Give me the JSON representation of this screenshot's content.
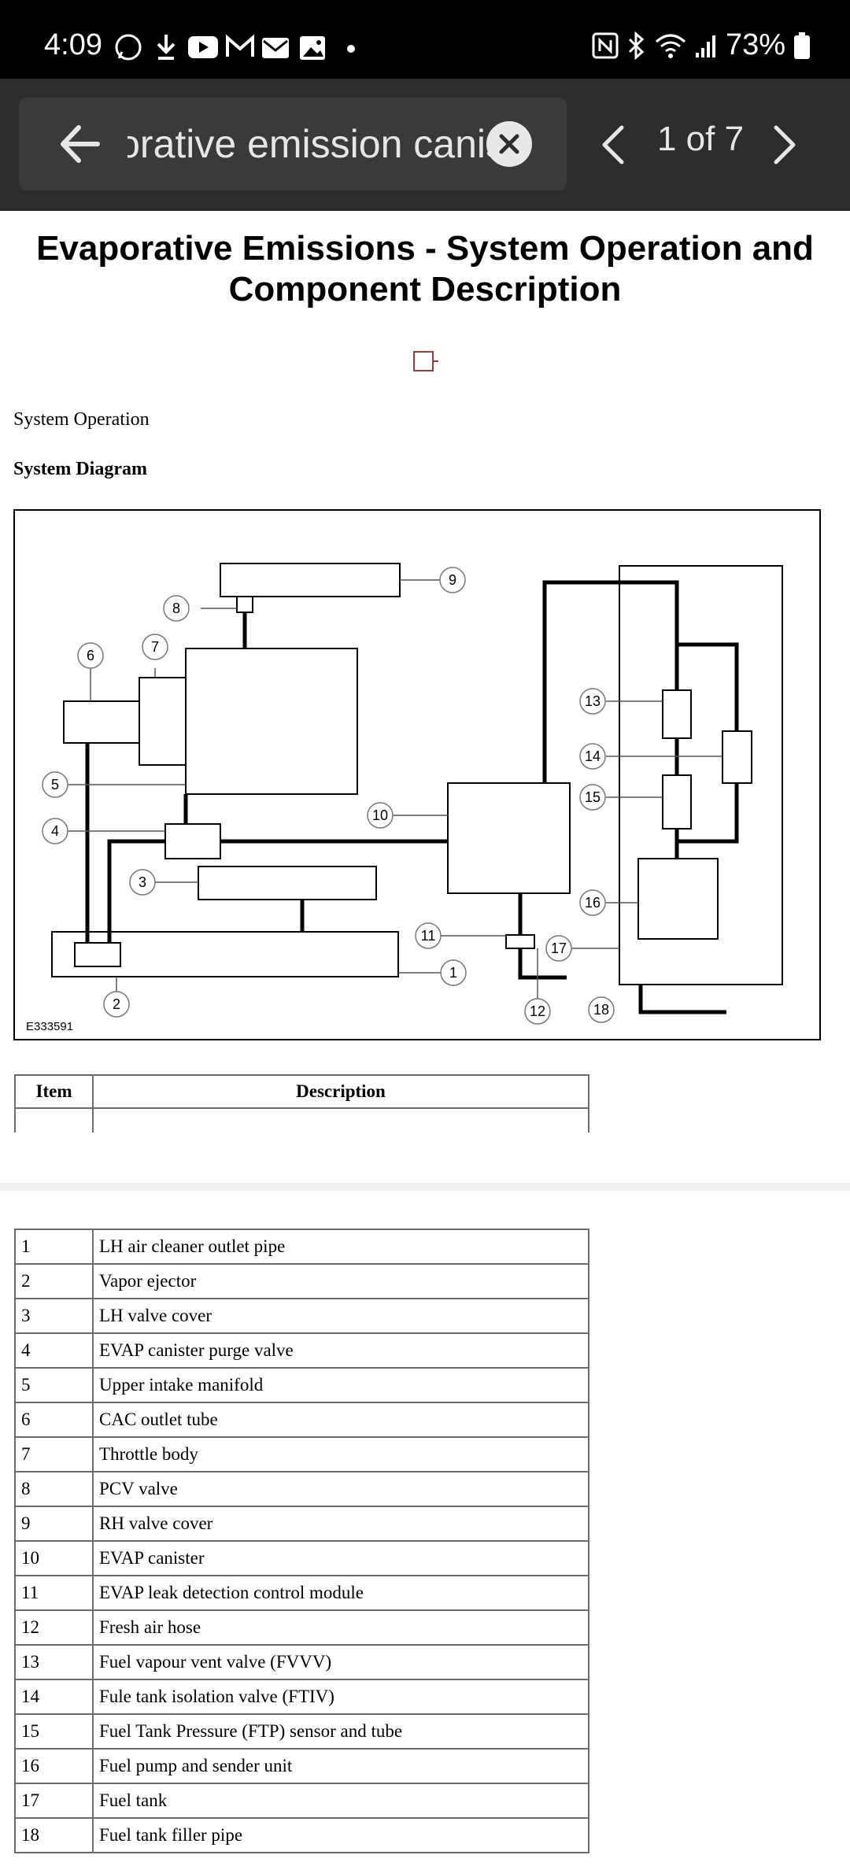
{
  "status_bar": {
    "time": "4:09",
    "battery": "73%",
    "notification_icons": [
      "whatsapp-icon",
      "download-icon",
      "youtube-icon",
      "gmail-icon",
      "mail-icon",
      "image-icon",
      "dot-icon"
    ],
    "system_icons": [
      "nfc-icon",
      "bluetooth-icon",
      "wifi-icon",
      "signal-icon",
      "battery-icon"
    ]
  },
  "find_bar": {
    "query": "Evaporative emission canis",
    "match_counter": "1 of 7"
  },
  "document": {
    "title": "Evaporative Emissions - System Operation and Component Description",
    "section_system_operation": "System Operation",
    "section_system_diagram": "System Diagram",
    "diagram_code": "E333591",
    "diagram_callouts": [
      "1",
      "2",
      "3",
      "4",
      "5",
      "6",
      "7",
      "8",
      "9",
      "10",
      "11",
      "12",
      "13",
      "14",
      "15",
      "16",
      "17",
      "18"
    ]
  },
  "table": {
    "headers": [
      "Item",
      "Description"
    ],
    "rows": [
      [
        "1",
        "LH air cleaner outlet pipe"
      ],
      [
        "2",
        "Vapor ejector"
      ],
      [
        "3",
        "LH valve cover"
      ],
      [
        "4",
        "EVAP canister purge valve"
      ],
      [
        "5",
        "Upper intake manifold"
      ],
      [
        "6",
        "CAC outlet tube"
      ],
      [
        "7",
        "Throttle body"
      ],
      [
        "8",
        "PCV valve"
      ],
      [
        "9",
        "RH valve cover"
      ],
      [
        "10",
        "EVAP canister"
      ],
      [
        "11",
        "EVAP leak detection control module"
      ],
      [
        "12",
        "Fresh air hose"
      ],
      [
        "13",
        "Fuel vapour vent valve (FVVV)"
      ],
      [
        "14",
        "Fule tank isolation valve (FTIV)"
      ],
      [
        "15",
        "Fuel Tank Pressure (FTP) sensor and tube"
      ],
      [
        "16",
        "Fuel pump and sender unit"
      ],
      [
        "17",
        "Fuel tank"
      ],
      [
        "18",
        "Fuel tank filler pipe"
      ]
    ]
  }
}
